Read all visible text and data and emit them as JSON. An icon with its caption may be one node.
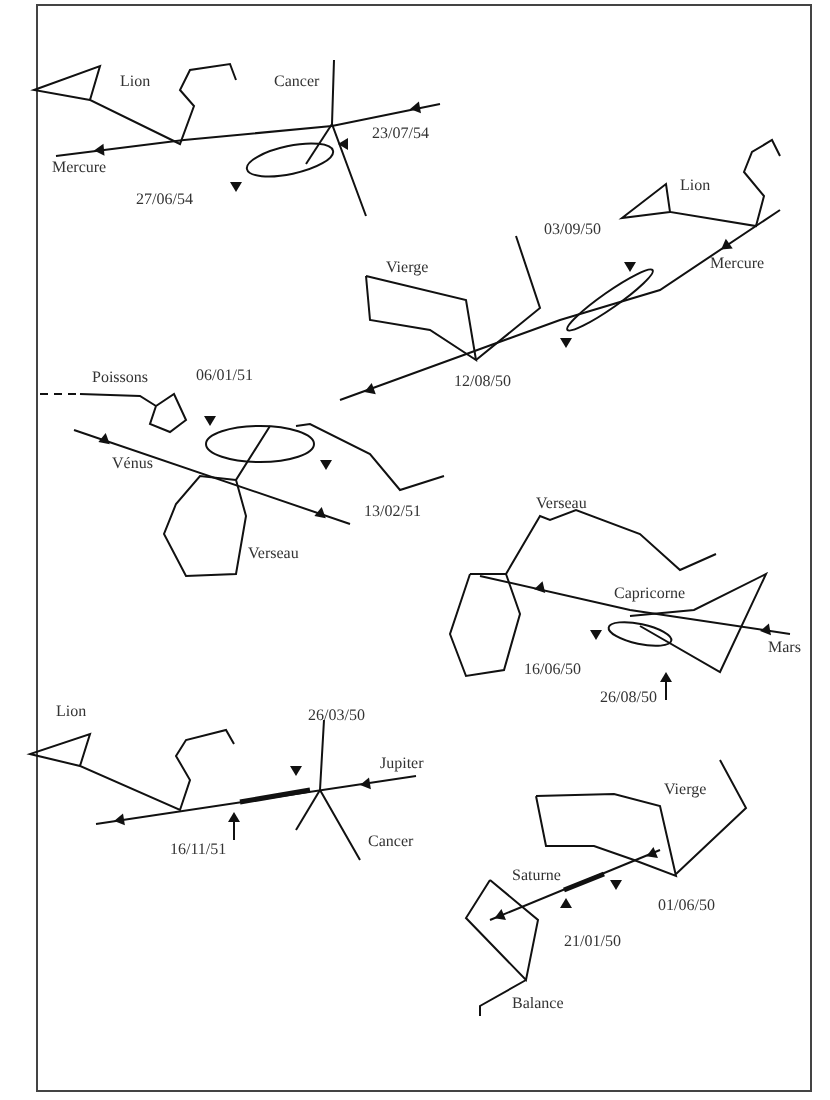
{
  "diagram": {
    "labels": [
      "Lion",
      "Cancer",
      "23/07/54",
      "Mercure",
      "27/06/54",
      "Lion",
      "03/09/50",
      "Mercure",
      "Vierge",
      "12/08/50",
      "Poissons",
      "06/01/51",
      "Vénus",
      "13/02/51",
      "Verseau",
      "Verseau",
      "Capricorne",
      "Mars",
      "16/06/50",
      "26/08/50",
      "Lion",
      "26/03/50",
      "Jupiter",
      "16/11/51",
      "Cancer",
      "Vierge",
      "Saturne",
      "01/06/50",
      "21/01/50",
      "Balance"
    ]
  }
}
